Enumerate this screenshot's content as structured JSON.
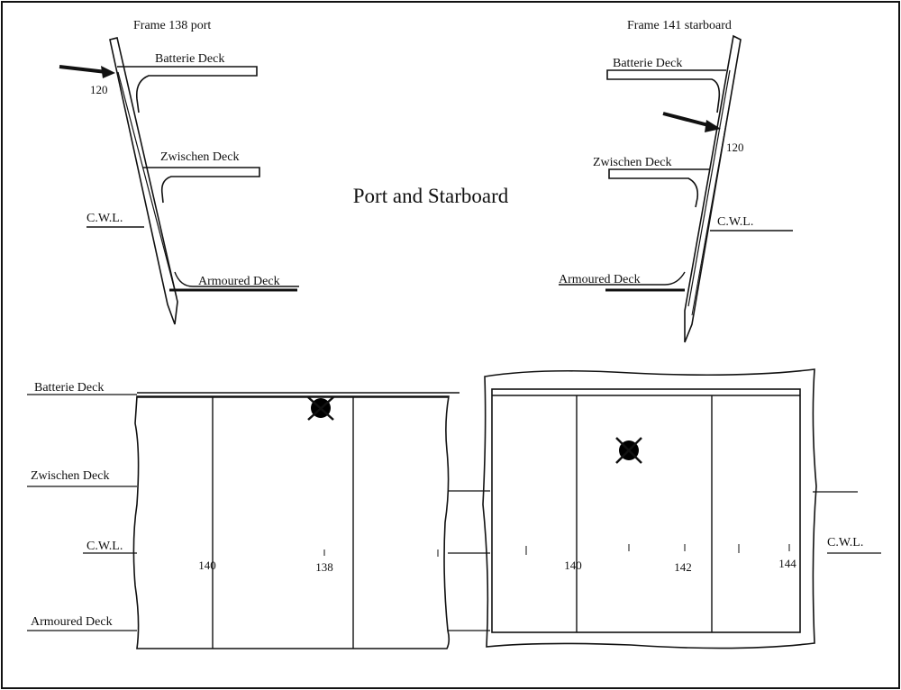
{
  "title": "Port and Starboard",
  "port_section": {
    "frame_label": "Frame 138 port",
    "marker": "120",
    "decks": {
      "batterie": "Batterie Deck",
      "zwischen": "Zwischen Deck",
      "armoured": "Armoured Deck"
    },
    "waterline": "C.W.L."
  },
  "starboard_section": {
    "frame_label": "Frame 141 starboard",
    "marker": "120",
    "decks": {
      "batterie": "Batterie Deck",
      "zwischen": "Zwischen Deck",
      "armoured": "Armoured Deck"
    },
    "waterline": "C.W.L."
  },
  "port_elevation": {
    "decks": {
      "batterie": "Batterie Deck",
      "zwischen": "Zwischen Deck",
      "cwl": "C.W.L.",
      "armoured": "Armoured Deck"
    },
    "frames": [
      "140",
      "138"
    ]
  },
  "starboard_elevation": {
    "cwl": "C.W.L.",
    "frames": [
      "140",
      "142",
      "144"
    ]
  }
}
